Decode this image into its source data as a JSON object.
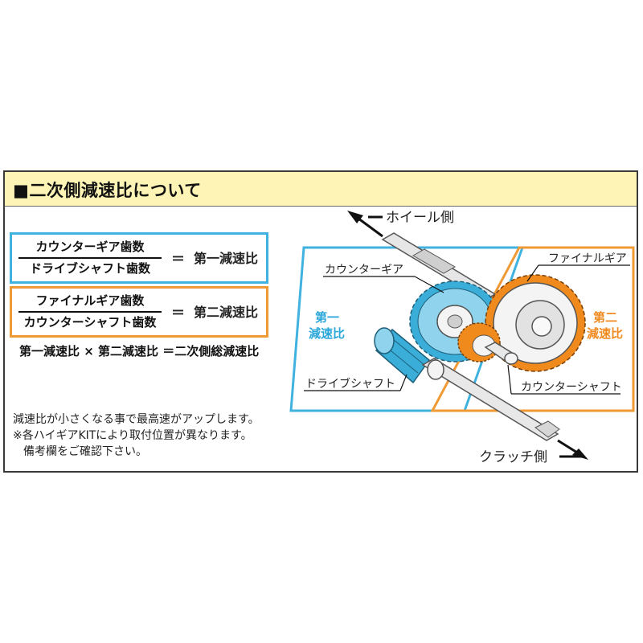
{
  "header": {
    "title": "■二次側減速比について"
  },
  "formulas": [
    {
      "numerator": "カウンターギア歯数",
      "denominator": "ドライブシャフト歯数",
      "equals": "＝",
      "result": "第一減速比",
      "color": "#40b2df"
    },
    {
      "numerator": "ファイナルギア歯数",
      "denominator": "カウンターシャフト歯数",
      "equals": "＝",
      "result": "第二減速比",
      "color": "#ef9a35"
    }
  ],
  "total_formula": "第一減速比 × 第二減速比 ＝二次側総減速比",
  "notes": [
    "減速比が小さくなる事で最高速がアップします。",
    "※各ハイギアKITにより取付位置が異なります。",
    "備考欄をご確認下さい。"
  ],
  "diagram": {
    "wheel_side": "ホイール側",
    "clutch_side": "クラッチ側",
    "counter_gear": "カウンターギア",
    "final_gear": "ファイナルギア",
    "drive_shaft": "ドライブシャフト",
    "counter_shaft": "カウンターシャフト",
    "first_ratio_line1": "第一",
    "first_ratio_line2": "減速比",
    "second_ratio_line1": "第二",
    "second_ratio_line2": "減速比",
    "colors": {
      "first": "#40b2df",
      "second": "#ef9a35",
      "gear_blue": "#3aaed8",
      "gear_orange": "#f08a1c"
    }
  }
}
